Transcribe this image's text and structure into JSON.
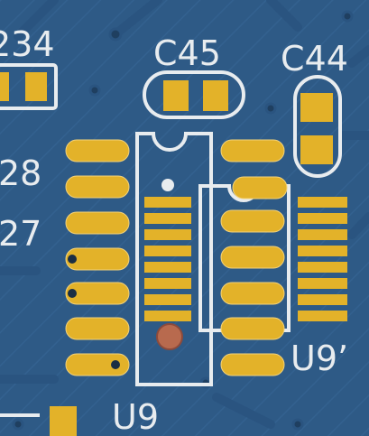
{
  "labels": {
    "r34": "234",
    "c45": "C45",
    "c44": "C44",
    "r28": "28",
    "r27": "27",
    "u9": "U9",
    "u9_alt": "U9’"
  },
  "colors": {
    "board": "#2e5a86",
    "copper": "#e3b229",
    "silkscreen": "#e8ecef",
    "via": "#1f3f60"
  }
}
